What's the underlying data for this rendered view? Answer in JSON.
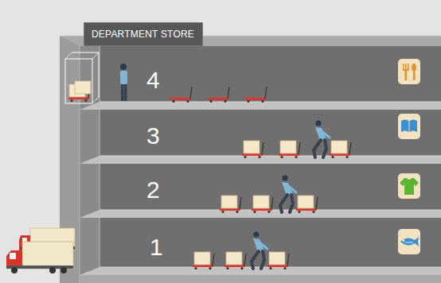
{
  "diagram": {
    "nodes": [
      {
        "text": [
          "DEPARTMENT STORE"
        ]
      }
    ],
    "labels": [
      "4",
      "3",
      "2",
      "1"
    ]
  }
}
